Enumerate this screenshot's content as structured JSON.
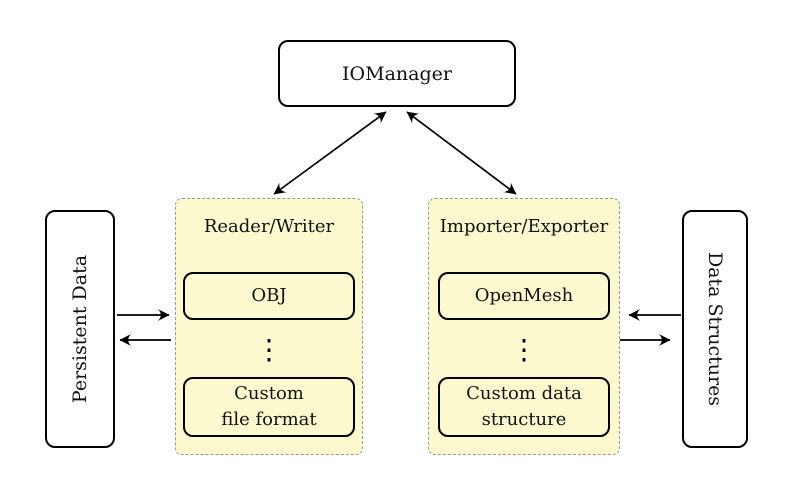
{
  "colors": {
    "background": "#FFFFFF",
    "panel_fill": "#FCF9CE",
    "panel_dashed_border": "#999999",
    "box_border": "#000000",
    "arrow": "#000000"
  },
  "io_manager": {
    "label": "IOManager"
  },
  "reader_writer": {
    "title": "Reader/Writer",
    "top_item": "OBJ",
    "dots": "⋮",
    "bottom_item_line1": "Custom",
    "bottom_item_line2": "file format"
  },
  "importer_exporter": {
    "title": "Importer/Exporter",
    "top_item": "OpenMesh",
    "dots": "⋮",
    "bottom_item_line1": "Custom data",
    "bottom_item_line2": "structure"
  },
  "persistent_data": {
    "label": "Persistent Data"
  },
  "data_structures": {
    "label": "Data Structures"
  }
}
